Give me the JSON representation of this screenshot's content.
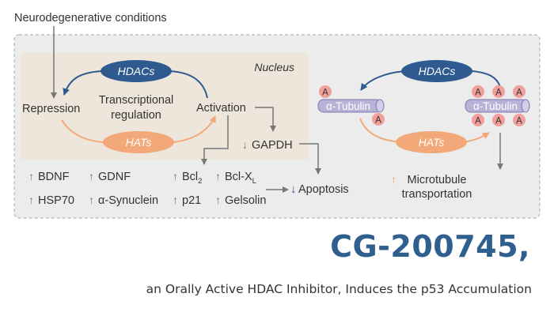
{
  "input_label": "Neurodegenerative conditions",
  "nucleus": {
    "label": "Nucleus",
    "hdacs_label": "HDACs",
    "hats_label": "HATs",
    "repression_label": "Repression",
    "activation_label": "Activation",
    "center_label_line1": "Transcriptional",
    "center_label_line2": "regulation"
  },
  "cytoplasm": {
    "hdacs_label": "HDACs",
    "hats_label": "HATs",
    "tubulin_label": "α-Tubulin",
    "acetyl_mark": "A",
    "outcome_line1": "Microtubule",
    "outcome_line2": "transportation"
  },
  "gapdh_label": "GAPDH",
  "apoptosis_label": "Apoptosis",
  "genes": {
    "bdnf": "BDNF",
    "gdnf": "GDNF",
    "bcl2_base": "Bcl",
    "bcl2_sub": "2",
    "bclxl_base": "Bcl-X",
    "bclxl_sub": "L",
    "hsp70": "HSP70",
    "synuclein": "α-Synuclein",
    "p21": "p21",
    "gelsolin": "Gelsolin"
  },
  "arrows": {
    "up": "↑",
    "down": "↓"
  },
  "colors": {
    "panel_bg": "#ececec",
    "nucleus_bg": "#eee6db",
    "hdac_fill": "#2e5a8f",
    "hat_fill": "#f2a878",
    "tubulin_fill": "#b7b2d6",
    "acetyl_fill": "#f29e9b",
    "headline": "#2e5f8f"
  },
  "title": "CG-200745,",
  "subtitle": "an Orally Active HDAC Inhibitor, Induces the p53 Accumulation"
}
